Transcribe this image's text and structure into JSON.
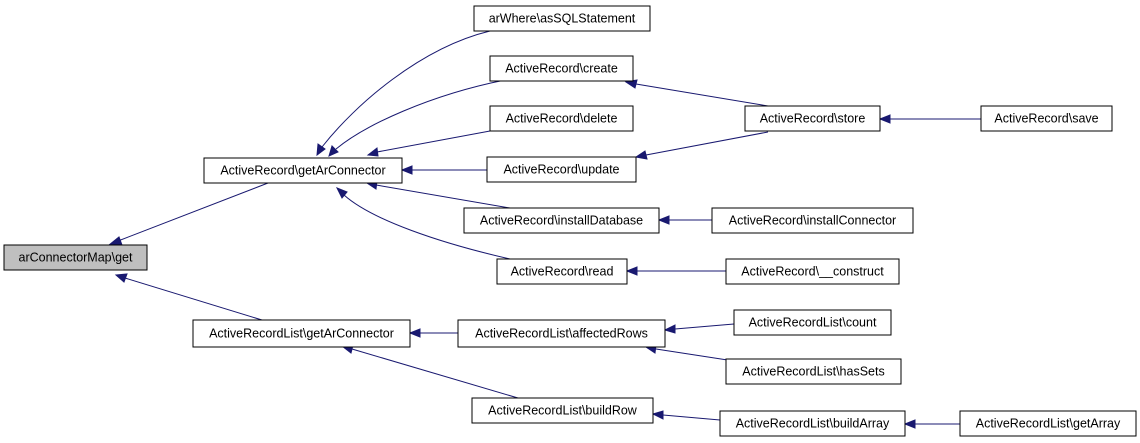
{
  "graph": {
    "colors": {
      "edge": "#191970",
      "root_fill": "#bfbfbf",
      "node_fill": "#ffffff",
      "node_border": "#000000"
    },
    "nodes": {
      "get": "arConnectorMap\\get",
      "ar_getArConnector": "ActiveRecord\\getArConnector",
      "arl_getArConnector": "ActiveRecordList\\getArConnector",
      "asSQLStatement": "arWhere\\asSQLStatement",
      "create": "ActiveRecord\\create",
      "delete": "ActiveRecord\\delete",
      "update": "ActiveRecord\\update",
      "installDatabase": "ActiveRecord\\installDatabase",
      "read": "ActiveRecord\\read",
      "store": "ActiveRecord\\store",
      "save": "ActiveRecord\\save",
      "installConnector": "ActiveRecord\\installConnector",
      "construct": "ActiveRecord\\__construct",
      "affectedRows": "ActiveRecordList\\affectedRows",
      "buildRow": "ActiveRecordList\\buildRow",
      "count": "ActiveRecordList\\count",
      "hasSets": "ActiveRecordList\\hasSets",
      "buildArray": "ActiveRecordList\\buildArray",
      "getArray": "ActiveRecordList\\getArray"
    }
  }
}
